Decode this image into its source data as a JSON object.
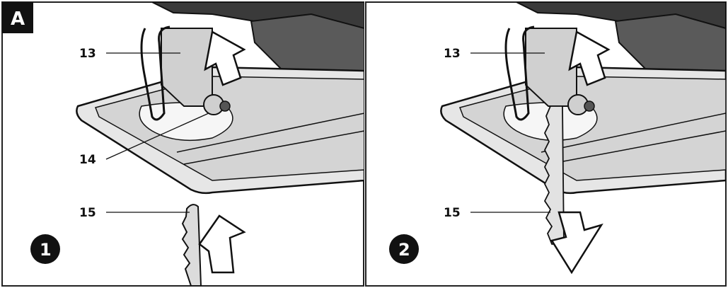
{
  "figure_badge": "A",
  "panels": [
    {
      "step": "1",
      "labels": {
        "top": "13",
        "mid": "14",
        "bottom": "15"
      }
    },
    {
      "step": "2",
      "labels": {
        "top": "13",
        "bottom": "15"
      }
    }
  ],
  "colors": {
    "line": "#1a1a1a",
    "shade": "#cfcfcf",
    "dark": "#3a3a3a",
    "badge": "#111111"
  }
}
